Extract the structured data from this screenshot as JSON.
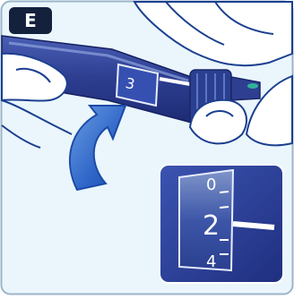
{
  "step": {
    "letter": "E"
  },
  "dial": {
    "numbers": [
      "0",
      "2",
      "4"
    ]
  },
  "colors": {
    "frame_bg": "#eaf6fc",
    "pen_body": "#2e3f92",
    "pen_dark": "#1c2a72",
    "arrow_blue": "#2f66c8",
    "skin_outline": "#1b3f8f",
    "tip_green": "#2fb39a"
  }
}
